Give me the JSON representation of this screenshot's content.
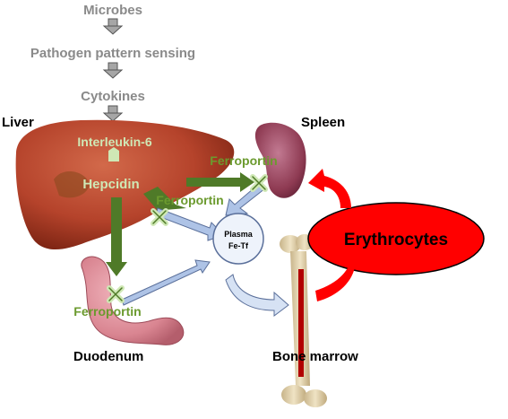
{
  "pathway": {
    "microbes": "Microbes",
    "sensing": "Pathogen pattern sensing",
    "cytokines": "Cytokines"
  },
  "organs": {
    "liver": "Liver",
    "spleen": "Spleen",
    "duodenum": "Duodenum",
    "bone_marrow": "Bone marrow"
  },
  "molecules": {
    "interleukin": "Interleukin-6",
    "hepcidin": "Hepcidin",
    "ferroportin_spleen": "Ferroportin",
    "ferroportin_liver": "Ferroportin",
    "ferroportin_duodenum": "Ferroportin"
  },
  "plasma": {
    "line1": "Plasma",
    "line2": "Fe-Tf"
  },
  "erythrocytes": "Erythrocytes",
  "colors": {
    "hepcidin_arrow": "#4f7a28",
    "iron_flow_arrow": "#aec3e6",
    "red": "#ff0000",
    "liver": "#b5432b",
    "spleen": "#8e3a52",
    "pathway_text": "#8a8a8a",
    "ferroportin_text": "#6b9a2e"
  }
}
